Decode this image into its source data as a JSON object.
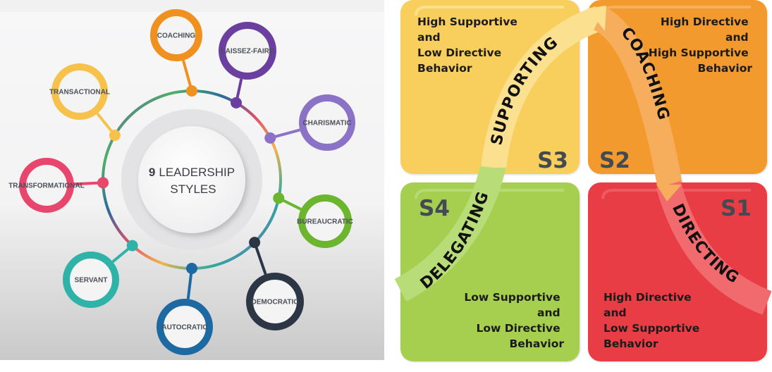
{
  "left_diagram": {
    "title_number": "9",
    "title_line1": "LEADERSHIP",
    "title_line2": "STYLES",
    "styles": [
      {
        "label": "COACHING",
        "color": "#f0901e"
      },
      {
        "label": "LAISSEZ-FAIRE",
        "color": "#6b3fa0"
      },
      {
        "label": "CHARISMATIC",
        "color": "#8b72c6"
      },
      {
        "label": "BUREAUCRATIC",
        "color": "#6cb52e"
      },
      {
        "label": "DEMOCRATIC",
        "color": "#2c3645"
      },
      {
        "label": "AUTOCRATIC",
        "color": "#1d6aa3"
      },
      {
        "label": "SERVANT",
        "color": "#2fb3a9"
      },
      {
        "label": "TRANSFORMATIONAL",
        "color": "#e8466c"
      },
      {
        "label": "TRANSACTIONAL",
        "color": "#f7c24b"
      }
    ]
  },
  "right_diagram": {
    "quadrants": [
      {
        "id": "S3",
        "code": "S3",
        "color": "#f8cf5c",
        "lines": [
          "High Supportive",
          "and",
          "Low Directive",
          "Behavior"
        ]
      },
      {
        "id": "S2",
        "code": "S2",
        "color": "#f39a2f",
        "lines": [
          "High Directive",
          "and",
          "High Supportive",
          "Behavior"
        ]
      },
      {
        "id": "S4",
        "code": "S4",
        "color": "#a6cf4f",
        "lines": [
          "Low Supportive",
          "and",
          "Low Directive",
          "Behavior"
        ]
      },
      {
        "id": "S1",
        "code": "S1",
        "color": "#e93d44",
        "lines": [
          "High Directive",
          "and",
          "Low Supportive",
          "Behavior"
        ]
      }
    ],
    "arrow_labels": {
      "directing": "DIRECTING",
      "coaching": "COACHING",
      "supporting": "SUPPORTING",
      "delegating": "DELEGATING"
    },
    "arrow_colors": {
      "directing": "#f06a6e",
      "coaching": "#f6ae5c",
      "supporting": "#fbe08f",
      "delegating": "#b8dc78"
    }
  }
}
